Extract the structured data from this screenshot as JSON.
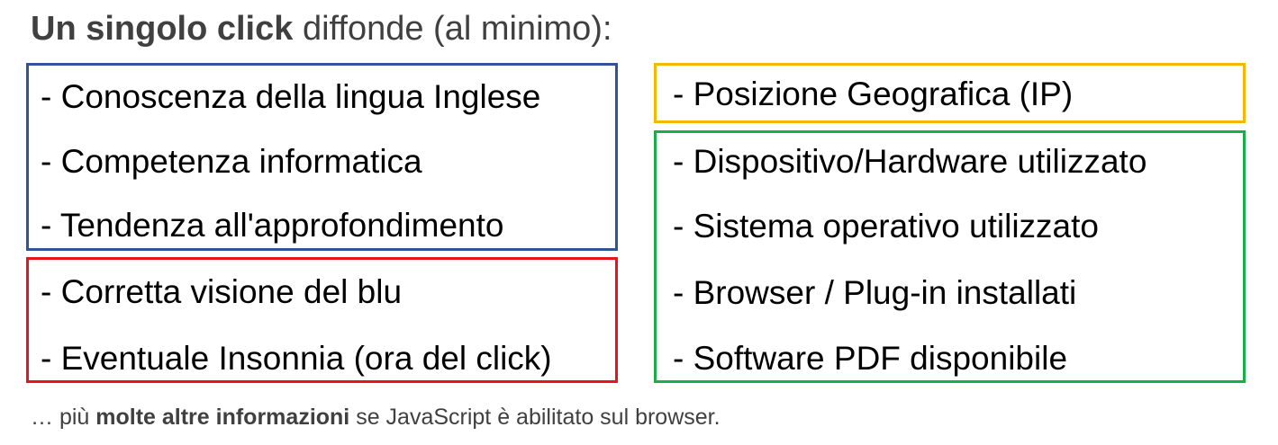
{
  "heading": {
    "bold_text": "Un singolo click",
    "rest_text": " diffonde (al minimo):"
  },
  "colors": {
    "blue": "#2F5597",
    "red": "#E8141B",
    "yellow": "#F5B800",
    "green": "#19AE4A",
    "heading": "#404040"
  },
  "groups": {
    "blue": {
      "items": [
        "- Conoscenza della lingua Inglese",
        "- Competenza informatica",
        "- Tendenza all'approfondimento"
      ]
    },
    "red": {
      "items": [
        "- Corretta visione del blu",
        "- Eventuale Insonnia (ora del click)"
      ]
    },
    "yellow": {
      "items": [
        "- Posizione Geografica (IP)"
      ]
    },
    "green": {
      "items": [
        "- Dispositivo/Hardware utilizzato",
        "- Sistema operativo utilizzato",
        "- Browser / Plug-in installati",
        "- Software PDF disponibile"
      ]
    }
  },
  "footer": {
    "prefix": "… più ",
    "bold_text": "molte altre informazioni",
    "suffix": " se JavaScript è abilitato sul browser."
  }
}
